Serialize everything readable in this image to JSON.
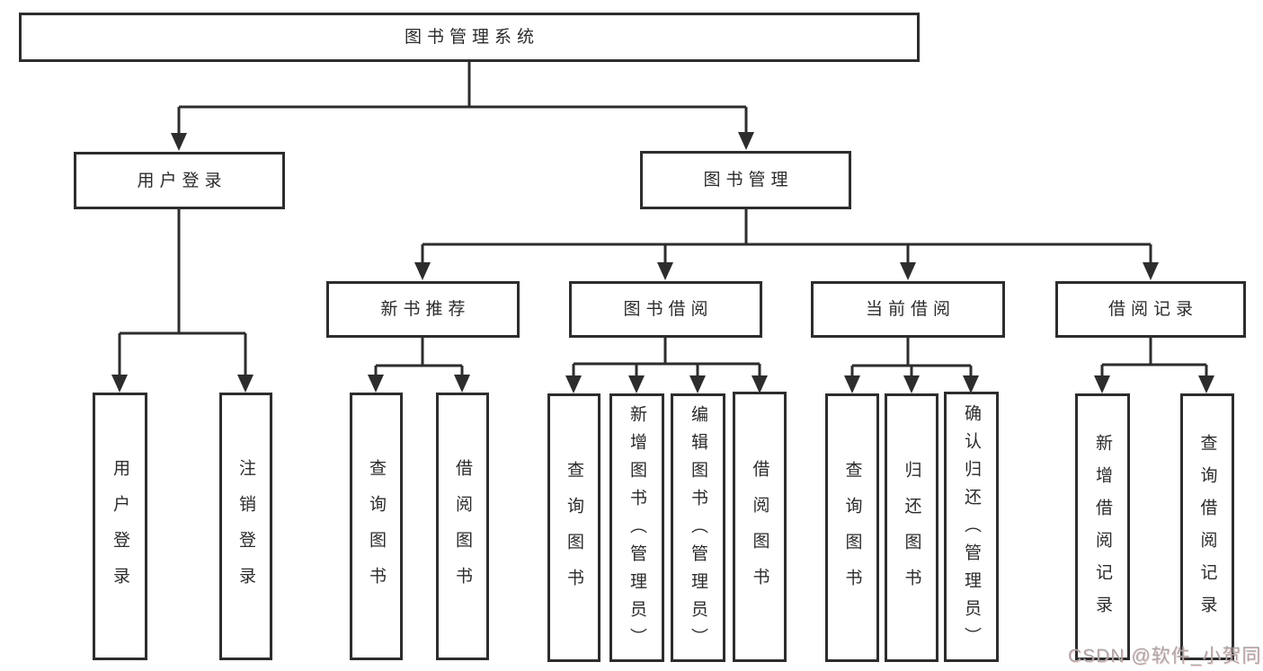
{
  "tree": {
    "root": {
      "label": "图书管理系统"
    },
    "branches": [
      {
        "label": "用户登录",
        "children": [
          "用户登录",
          "注销登录"
        ]
      },
      {
        "label": "图书管理",
        "sections": [
          {
            "label": "新书推荐",
            "children": [
              "查询图书",
              "借阅图书"
            ]
          },
          {
            "label": "图书借阅",
            "children": [
              "查询图书",
              "新增图书（管理员）",
              "编辑图书（管理员）",
              "借阅图书"
            ]
          },
          {
            "label": "当前借阅",
            "children": [
              "查询图书",
              "归还图书",
              "确认归还（管理员）"
            ]
          },
          {
            "label": "借阅记录",
            "children": [
              "新增借阅记录",
              "查询借阅记录"
            ]
          }
        ]
      }
    ]
  },
  "watermark": {
    "text": "CSDN @软件_小贺同学"
  },
  "colors": {
    "line": "#2d2d2d",
    "text": "#2b2b2b",
    "box_bg": "#ffffff",
    "watermark": "#aba6a6"
  }
}
